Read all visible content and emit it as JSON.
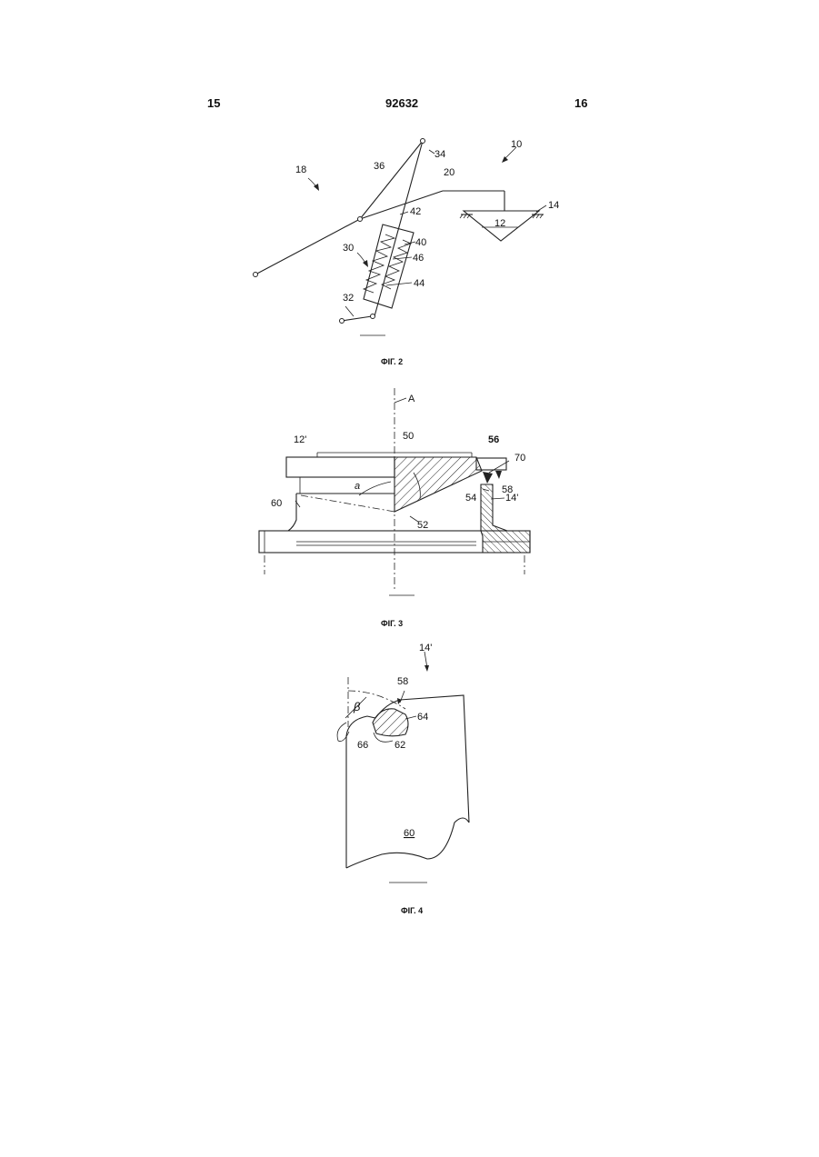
{
  "header": {
    "page_left": "15",
    "patent_number": "92632",
    "page_right": "16"
  },
  "figures": [
    {
      "caption": "ФІГ. 2",
      "labels": [
        "10",
        "18",
        "36",
        "34",
        "20",
        "14",
        "12",
        "42",
        "40",
        "30",
        "46",
        "44",
        "32"
      ]
    },
    {
      "caption": "ФІГ. 3",
      "labels": [
        "A",
        "12'",
        "50",
        "56",
        "70",
        "a",
        "54",
        "58",
        "14'",
        "60",
        "52"
      ]
    },
    {
      "caption": "ФІГ. 4",
      "labels": [
        "14'",
        "58",
        "β",
        "64",
        "66",
        "62",
        "60"
      ]
    }
  ]
}
